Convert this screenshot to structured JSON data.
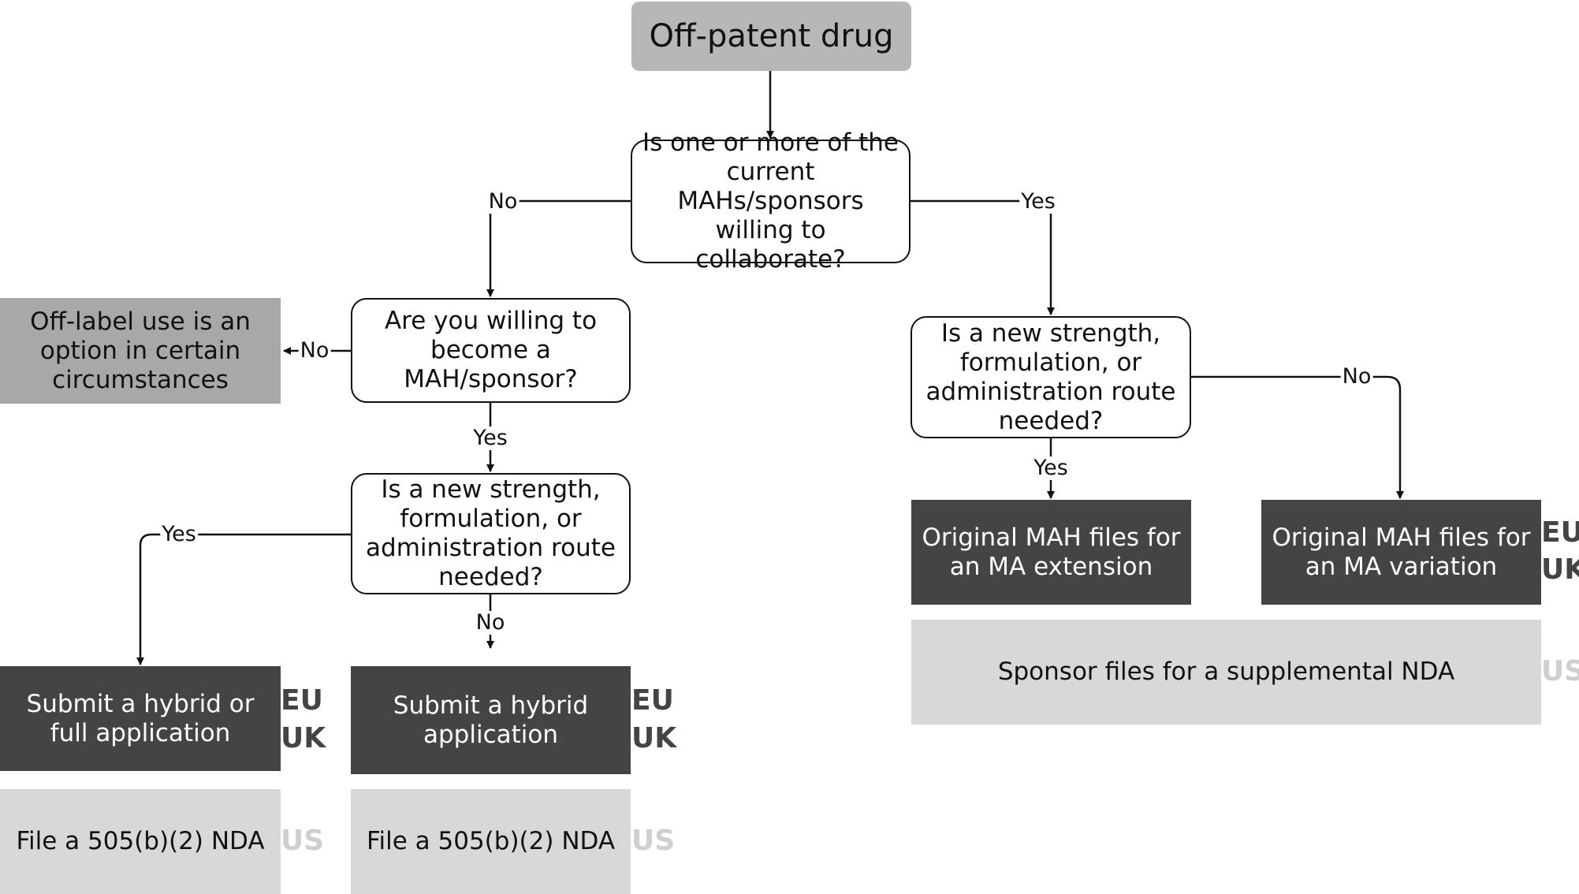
{
  "nodes": {
    "start": "Off-patent drug",
    "q_collaborate": "Is one or more of the current MAHs/sponsors willing to collaborate?",
    "q_become_mah": "Are you willing to become a MAH/sponsor?",
    "off_label": "Off-label use is an option in certain circumstances",
    "q_new_left": "Is a new strength, formulation, or administration route needed?",
    "q_new_right": "Is a new strength, formulation, or administration route needed?",
    "hybrid_full": "Submit a hybrid or full application",
    "hybrid": "Submit a hybrid application",
    "nda_1": "File a 505(b)(2) NDA",
    "nda_2": "File a 505(b)(2) NDA",
    "ma_extension": "Original MAH files for an MA extension",
    "ma_variation": "Original MAH files for an MA variation",
    "supplemental_nda": "Sponsor files for a supplemental NDA"
  },
  "edge_labels": {
    "collab_no": "No",
    "collab_yes": "Yes",
    "mah_no": "No",
    "mah_yes": "Yes",
    "left_yes": "Yes",
    "left_no": "No",
    "right_yes": "Yes",
    "right_no": "No"
  },
  "regions": {
    "eu": "EU",
    "uk": "UK",
    "us": "US"
  },
  "colors": {
    "start_fill": "#b7b7b7",
    "off_label_fill": "#a8a8a8",
    "eu_uk_fill": "#444444",
    "us_fill": "#d8d8d8",
    "line": "#111111"
  }
}
